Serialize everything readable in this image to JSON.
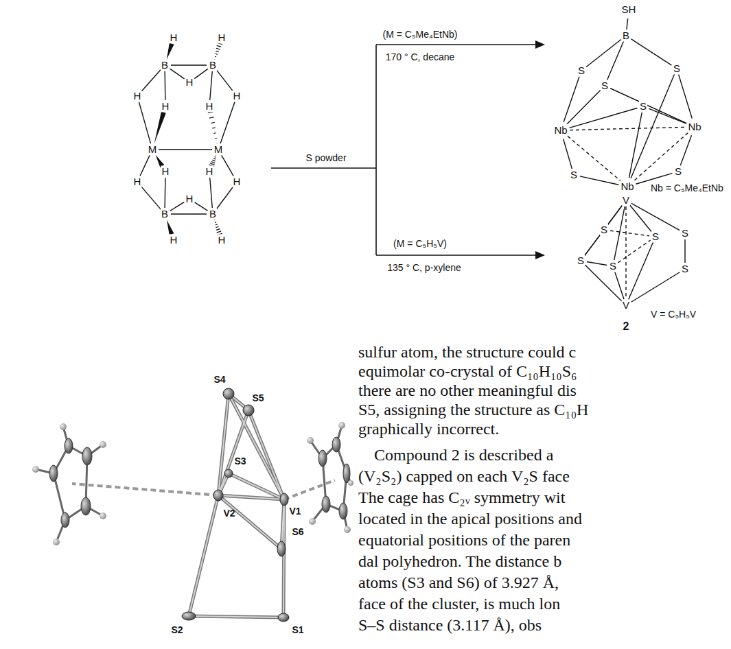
{
  "diagram": {
    "labels": [
      "H",
      "H",
      "B",
      "B",
      "H",
      "H",
      "H",
      "H",
      "H",
      "M",
      "M",
      "H",
      "H",
      "H",
      "H",
      "B",
      "B",
      "H",
      "H",
      "H",
      "S powder",
      "(M = C₅Me₄EtNb)",
      "170 ° C, decane",
      "(M = C₅H₅V)",
      "135 ° C, p-xylene",
      "SH",
      "B",
      "S",
      "S",
      "S",
      "S",
      "Nb",
      "Nb",
      "Nb",
      "S",
      "S",
      "Nb = C₅Me₄EtNb",
      "V",
      "S",
      "S",
      "S",
      "S",
      "S",
      "S",
      "V",
      "2",
      "V = C₅H₅V",
      "S4",
      "S5",
      "S3",
      "V2",
      "V1",
      "S6",
      "S2",
      "S1",
      "sulfur atom, the structure could c",
      "equimolar co-crystal of C₁₀H₁₀S₆",
      "there are no other meaningful dis",
      "S5, assigning the structure as C₁₀H",
      "graphically incorrect.",
      "Compound 2 is described a",
      "(V₂S₂) capped on each V₂S face",
      "The cage has C₂ᵥ symmetry wit",
      "located in the apical positions and",
      "equatorial positions of the paren",
      "dal polyhedron. The distance b",
      "atoms (S3 and S6) of 3.927 Å,",
      "face of the cluster, is much lon",
      "S–S distance (3.117 Å), obs"
    ]
  }
}
